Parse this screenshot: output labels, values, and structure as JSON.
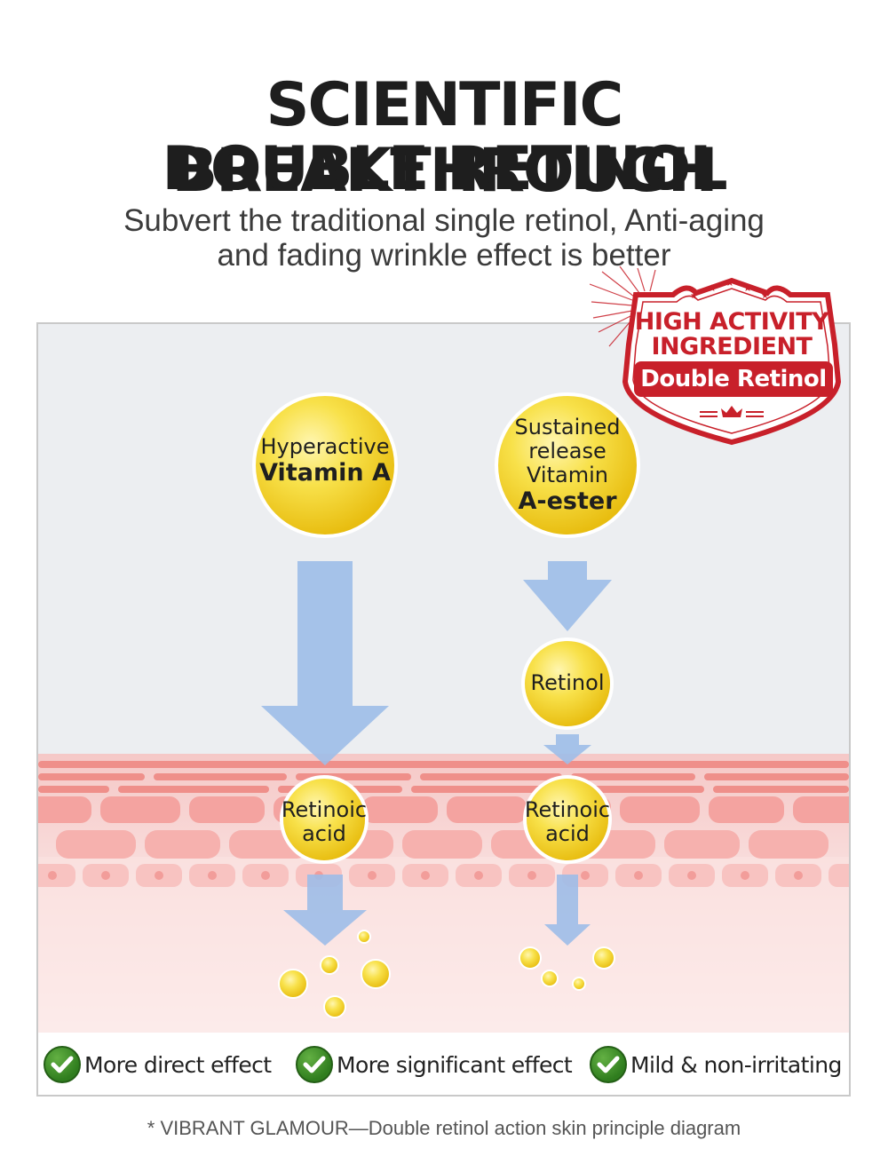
{
  "header": {
    "title_line1": "SCIENTIFIC BREAKTHROUGH",
    "title_line2": "DOUBLE RETINOL",
    "subtitle_line1": "Subvert the traditional single retinol, Anti-aging",
    "subtitle_line2": "and fading wrinkle effect is better"
  },
  "badge": {
    "line1": "HIGH ACTIVITY",
    "line2": "INGREDIENT",
    "line3": "Double Retinol",
    "color": "#c8202a"
  },
  "diagram": {
    "left_top": {
      "thin": "Hyperactive",
      "bold": "Vitamin A"
    },
    "right_top": {
      "thin1": "Sustained",
      "thin2": "release",
      "thin3": "Vitamin",
      "bold": "A-ester"
    },
    "right_middle": "Retinol",
    "left_bottom": {
      "line1": "Retinoic",
      "line2": "acid"
    },
    "right_bottom": {
      "line1": "Retinoic",
      "line2": "acid"
    },
    "arrow_color": "#9dbde8",
    "sphere_color": "#f5dc3a",
    "skin_color": "#f4a3a0"
  },
  "benefits": [
    {
      "icon": "check-icon",
      "label": "More direct effect"
    },
    {
      "icon": "check-icon",
      "label": "More significant effect"
    },
    {
      "icon": "check-icon",
      "label": "Mild & non-irritating"
    }
  ],
  "footnote": "* VIBRANT GLAMOUR—Double retinol action skin principle diagram"
}
